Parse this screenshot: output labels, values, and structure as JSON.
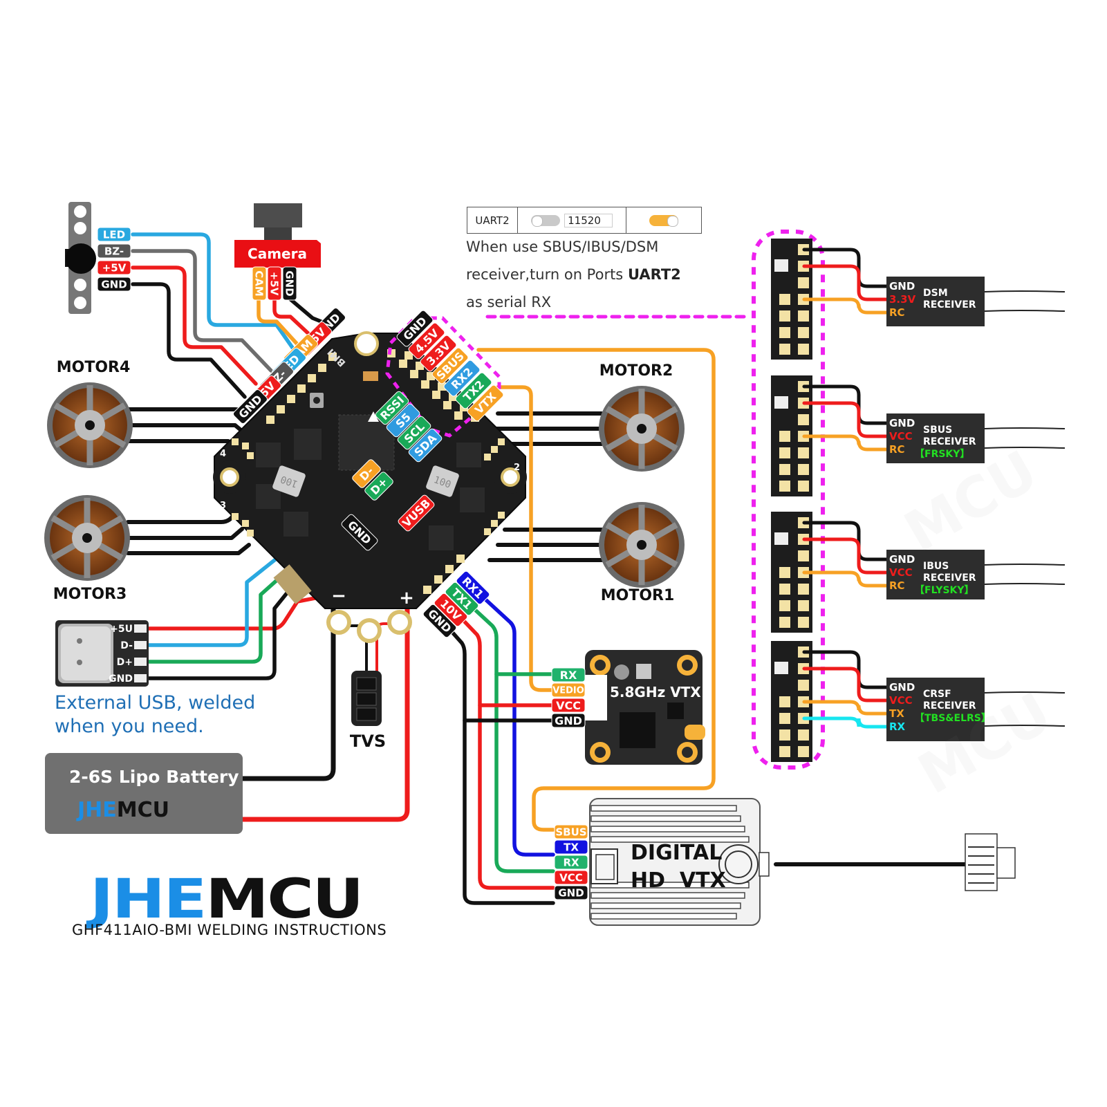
{
  "title": {
    "brand_part1": "JHE",
    "brand_part2": "MCU",
    "subtitle": "GHF411AIO-BMI WELDING INSTRUCTIONS"
  },
  "colors": {
    "red": "#ee1c1c",
    "black": "#111111",
    "orange": "#f7a124",
    "blue_led": "#29a8e0",
    "gray": "#6d6d6d",
    "green": "#19a958",
    "teal_green": "#20b26c",
    "blue": "#1212e0",
    "sky": "#2f9be0",
    "cyan": "#17e6f0",
    "magenta": "#ee21ee",
    "brand_blue": "#1b8ee6",
    "receiver_bg": "#2d2d2d",
    "label_green": "#22e022"
  },
  "uart_config": {
    "port": "UART2",
    "baud": "11520",
    "msp_toggle": "off",
    "serial_rx_toggle": "on",
    "note_line1": "When use SBUS/IBUS/DSM",
    "note_line2_prefix": "receiver,turn on Ports ",
    "note_line2_bold": "UART2",
    "note_line3": "as serial RX"
  },
  "led_buzzer": {
    "pins": [
      {
        "label": "LED",
        "color": "#29a8e0"
      },
      {
        "label": "BZ-",
        "color": "#555555"
      },
      {
        "label": "+5V",
        "color": "#ee1c1c"
      },
      {
        "label": "GND",
        "color": "#111111"
      }
    ]
  },
  "camera": {
    "title": "Camera",
    "pins": [
      {
        "label": "CAM",
        "color": "#f7a124"
      },
      {
        "label": "+5V",
        "color": "#ee1c1c"
      },
      {
        "label": "GND",
        "color": "#111111"
      }
    ]
  },
  "board": {
    "top_left_pads": [
      {
        "label": "GND",
        "color": "#111111"
      },
      {
        "label": "+5V",
        "color": "#ee1c1c"
      },
      {
        "label": "CAM",
        "color": "#f7a124"
      },
      {
        "label": "LED",
        "color": "#29a8e0"
      },
      {
        "label": "BZ-",
        "color": "#555555"
      },
      {
        "label": "+5V",
        "color": "#ee1c1c"
      },
      {
        "label": "GND",
        "color": "#111111"
      }
    ],
    "top_right_pads": [
      {
        "label": "GND",
        "color": "#111111"
      },
      {
        "label": "4.5V",
        "color": "#ee1c1c"
      },
      {
        "label": "3.3V",
        "color": "#ee1c1c"
      },
      {
        "label": "SBUS",
        "color": "#f7a124"
      },
      {
        "label": "RX2",
        "color": "#2f9be0"
      },
      {
        "label": "TX2",
        "color": "#19a958"
      },
      {
        "label": "VTX",
        "color": "#f7a124"
      }
    ],
    "inner_pads": [
      {
        "label": "RSSI",
        "color": "#19a958"
      },
      {
        "label": "S5",
        "color": "#2f9be0"
      },
      {
        "label": "SCL",
        "color": "#19a958"
      },
      {
        "label": "SDA",
        "color": "#2f9be0"
      }
    ],
    "usb_pads": [
      {
        "label": "D-",
        "color": "#f7a124"
      },
      {
        "label": "D+",
        "color": "#19a958"
      },
      {
        "label": "GND",
        "color": "#111111"
      },
      {
        "label": "VUSB",
        "color": "#ee1c1c"
      }
    ],
    "bottom_right_pads": [
      {
        "label": "RX1",
        "color": "#1212e0"
      },
      {
        "label": "TX1",
        "color": "#19a958"
      },
      {
        "label": "10V",
        "color": "#ee1c1c"
      },
      {
        "label": "GND",
        "color": "#111111"
      }
    ],
    "silk_bmi": "BMI",
    "inductor_mark": "100",
    "motor_numbers": [
      "4",
      "3",
      "2",
      "1"
    ],
    "minus": "−",
    "plus": "+"
  },
  "motors": [
    {
      "label": "MOTOR4"
    },
    {
      "label": "MOTOR3"
    },
    {
      "label": "MOTOR2"
    },
    {
      "label": "MOTOR1"
    }
  ],
  "usb_module": {
    "pins": [
      "+5U",
      "D-",
      "D+",
      "GND"
    ],
    "note_line1": "External USB, welded",
    "note_line2": "when you need."
  },
  "tvs": {
    "label": "TVS"
  },
  "battery": {
    "label": "2-6S Lipo Battery",
    "brand_part1": "JHE",
    "brand_part2": "MCU"
  },
  "analog_vtx": {
    "title": "5.8GHz VTX",
    "pins": [
      {
        "label": "RX",
        "color": "#20b26c"
      },
      {
        "label": "VEDIO",
        "color": "#f7a124"
      },
      {
        "label": "VCC",
        "color": "#ee1c1c"
      },
      {
        "label": "GND",
        "color": "#111111"
      }
    ]
  },
  "digital_vtx": {
    "title_line1": "DIGITAL",
    "title_line2": "HD  VTX",
    "pins": [
      {
        "label": "SBUS",
        "color": "#f7a124"
      },
      {
        "label": "TX",
        "color": "#1212e0"
      },
      {
        "label": "RX",
        "color": "#20b26c"
      },
      {
        "label": "VCC",
        "color": "#ee1c1c"
      },
      {
        "label": "GND",
        "color": "#111111"
      }
    ]
  },
  "receivers": [
    {
      "name_line1": "DSM",
      "name_line2": "RECEIVER",
      "brand": "",
      "pins": [
        {
          "label": "GND",
          "color": "#ffffff"
        },
        {
          "label": "3.3V",
          "color": "#ee1c1c"
        },
        {
          "label": "RC",
          "color": "#f7a124"
        }
      ]
    },
    {
      "name_line1": "SBUS",
      "name_line2": "RECEIVER",
      "brand": "【FRSKY】",
      "pins": [
        {
          "label": "GND",
          "color": "#ffffff"
        },
        {
          "label": "VCC",
          "color": "#ee1c1c"
        },
        {
          "label": "RC",
          "color": "#f7a124"
        }
      ]
    },
    {
      "name_line1": "IBUS",
      "name_line2": "RECEIVER",
      "brand": "【FLYSKY】",
      "pins": [
        {
          "label": "GND",
          "color": "#ffffff"
        },
        {
          "label": "VCC",
          "color": "#ee1c1c"
        },
        {
          "label": "RC",
          "color": "#f7a124"
        }
      ]
    },
    {
      "name_line1": "CRSF",
      "name_line2": "RECEIVER",
      "brand": "【TBS&ELRS】",
      "pins": [
        {
          "label": "GND",
          "color": "#ffffff"
        },
        {
          "label": "VCC",
          "color": "#ee1c1c"
        },
        {
          "label": "TX",
          "color": "#f7a124"
        },
        {
          "label": "RX",
          "color": "#17e6f0"
        }
      ]
    }
  ]
}
